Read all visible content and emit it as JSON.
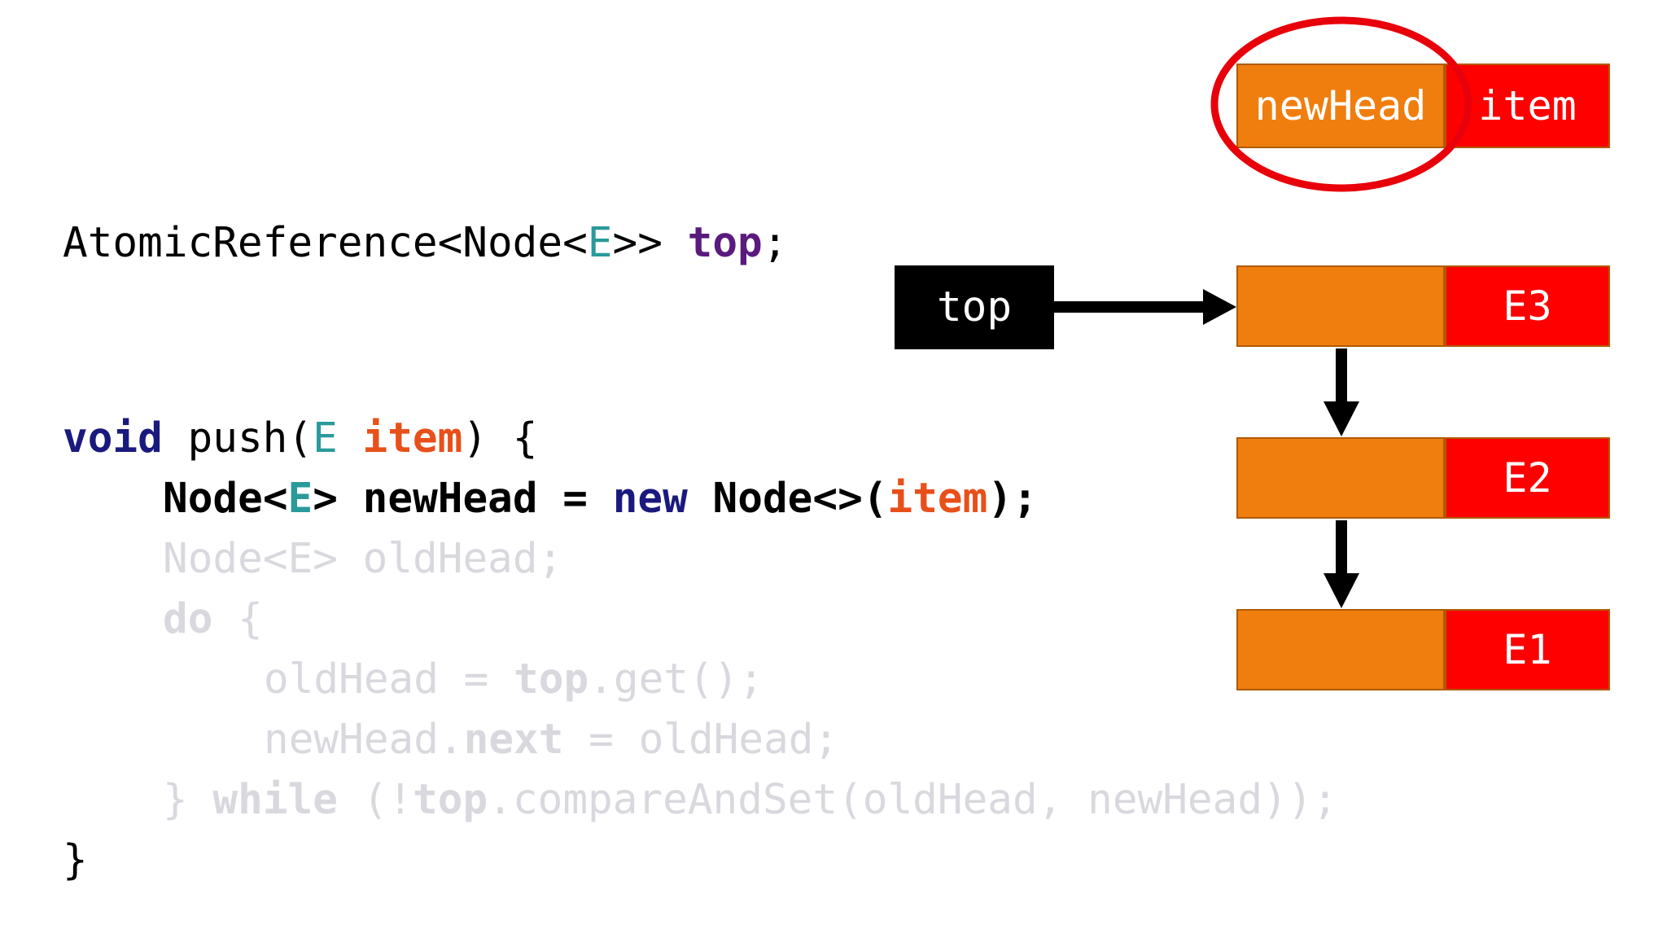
{
  "code": {
    "decl": {
      "type_prefix": "AtomicReference<Node<",
      "type_param": "E",
      "type_suffix": ">> ",
      "var": "top",
      "end": ";"
    },
    "push_sig": {
      "kw_void": "void",
      "name": " push(",
      "param_type": "E",
      "space": " ",
      "param_name": "item",
      "end": ") {"
    },
    "new_head": {
      "t1": "Node<",
      "e": "E",
      "t2": "> newHead = ",
      "kw_new": "new",
      "t3": " Node<>(",
      "item": "item",
      "t4": ");"
    },
    "old_head_decl": "Node<E> oldHead;",
    "do_line": {
      "kw": "do",
      "rest": " {"
    },
    "get_line": {
      "a": "oldHead = ",
      "top": "top",
      "b": ".get();"
    },
    "next_line": {
      "a": "newHead.",
      "next": "next",
      "b": " = oldHead;"
    },
    "while_line": {
      "a": "} ",
      "kw": "while",
      "b": " (!",
      "top": "top",
      "c": ".compareAndSet(oldHead, newHead));"
    },
    "close": "}"
  },
  "diagram": {
    "new_node": {
      "ptr_label": "newHead",
      "val_label": "item"
    },
    "top_label": "top",
    "stack": [
      {
        "value": "E3"
      },
      {
        "value": "E2"
      },
      {
        "value": "E1"
      }
    ],
    "colors": {
      "pointer": "#f07e0e",
      "value": "#ff0000",
      "highlight": "#e8000a",
      "label_bg": "#000000"
    }
  }
}
